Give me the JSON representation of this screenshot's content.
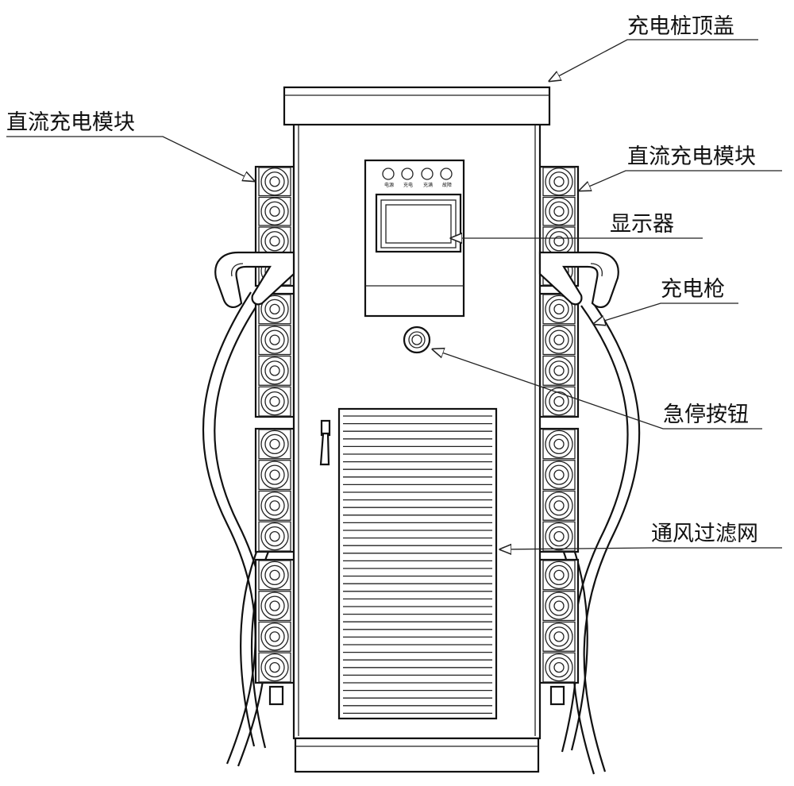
{
  "labels": {
    "top_cover": "充电桩顶盖",
    "dc_module_left": "直流充电模块",
    "dc_module_right": "直流充电模块",
    "display": "显示器",
    "charging_gun": "充电枪",
    "emergency_stop": "急停按钮",
    "vent_filter": "通风过滤网"
  },
  "panel": {
    "indicators": [
      "电源",
      "充电",
      "充满",
      "故障"
    ]
  }
}
